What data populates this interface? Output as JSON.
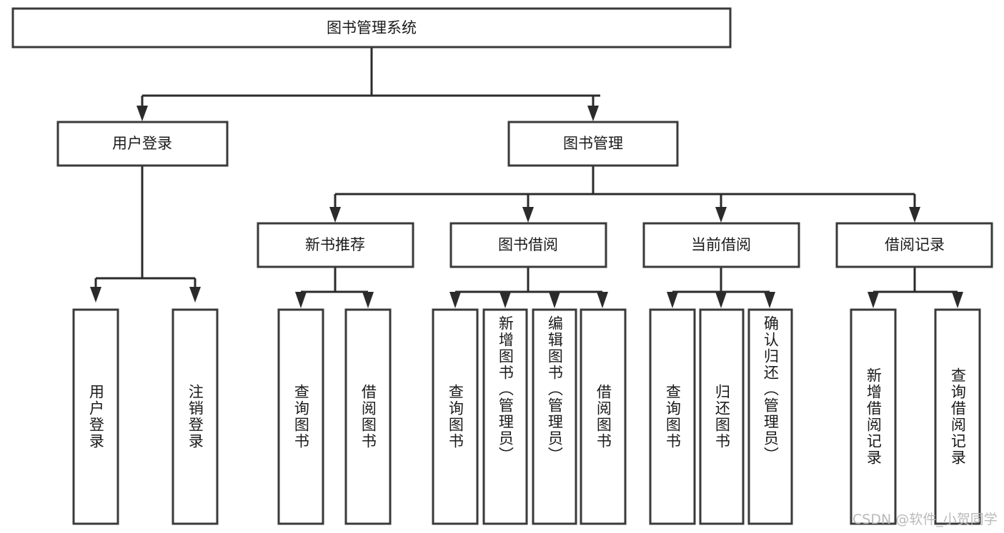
{
  "diagram": {
    "title": "图书管理系统",
    "type": "hierarchy-tree",
    "root": {
      "label": "图书管理系统",
      "orientation": "horizontal"
    },
    "level2": [
      {
        "label": "用户登录",
        "orientation": "horizontal"
      },
      {
        "label": "图书管理",
        "orientation": "horizontal"
      }
    ],
    "level3": [
      {
        "label": "新书推荐",
        "orientation": "horizontal"
      },
      {
        "label": "图书借阅",
        "orientation": "horizontal"
      },
      {
        "label": "当前借阅",
        "orientation": "horizontal"
      },
      {
        "label": "借阅记录",
        "orientation": "horizontal"
      }
    ],
    "leaves": {
      "user_login": [
        {
          "label": "用户登录",
          "orientation": "vertical"
        },
        {
          "label": "注销登录",
          "orientation": "vertical"
        }
      ],
      "new_book_recommend": [
        {
          "label": "查询图书",
          "orientation": "vertical"
        },
        {
          "label": "借阅图书",
          "orientation": "vertical"
        }
      ],
      "book_borrow": [
        {
          "label": "查询图书",
          "orientation": "vertical"
        },
        {
          "label": "新增图书（管理员）",
          "orientation": "vertical"
        },
        {
          "label": "编辑图书（管理员）",
          "orientation": "vertical"
        },
        {
          "label": "借阅图书",
          "orientation": "vertical"
        }
      ],
      "current_borrow": [
        {
          "label": "查询图书",
          "orientation": "vertical"
        },
        {
          "label": "归还图书",
          "orientation": "vertical"
        },
        {
          "label": "确认归还（管理员）",
          "orientation": "vertical"
        }
      ],
      "borrow_record": [
        {
          "label": "新增借阅记录",
          "orientation": "vertical"
        },
        {
          "label": "查询借阅记录",
          "orientation": "vertical"
        }
      ]
    }
  },
  "watermark": {
    "text": "CSDN @软件_小贺同学"
  },
  "colors": {
    "background": "#ffffff",
    "box_fill": "#ffffff",
    "box_stroke": "#3a3a3a",
    "connector": "#2b2b2b",
    "text": "#1a1a1a",
    "watermark": "#b9b9b9"
  }
}
